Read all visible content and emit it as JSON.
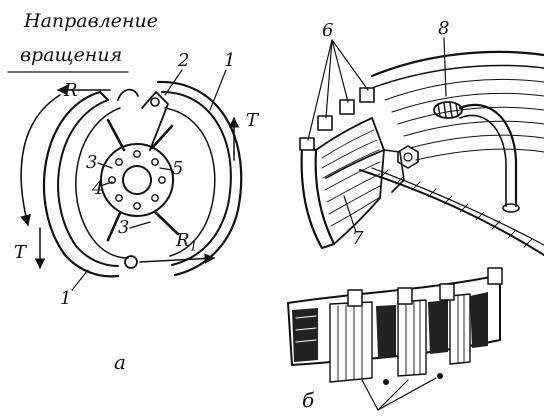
{
  "caption": {
    "line1": "Направление",
    "line2": "вращения"
  },
  "labels": {
    "n1_top": "1",
    "n2": "2",
    "n3_upper": "3",
    "n4": "4",
    "n5": "5",
    "n3_lower": "3",
    "n1_bottom": "1",
    "n6": "6",
    "n7": "7",
    "n8": "8",
    "r_top": "R",
    "r1": "R1",
    "t_left": "T",
    "t_right": "T",
    "fig_a": "a",
    "fig_b": "б"
  },
  "colors": {
    "ink": "#111111",
    "paper": "#ffffff"
  }
}
